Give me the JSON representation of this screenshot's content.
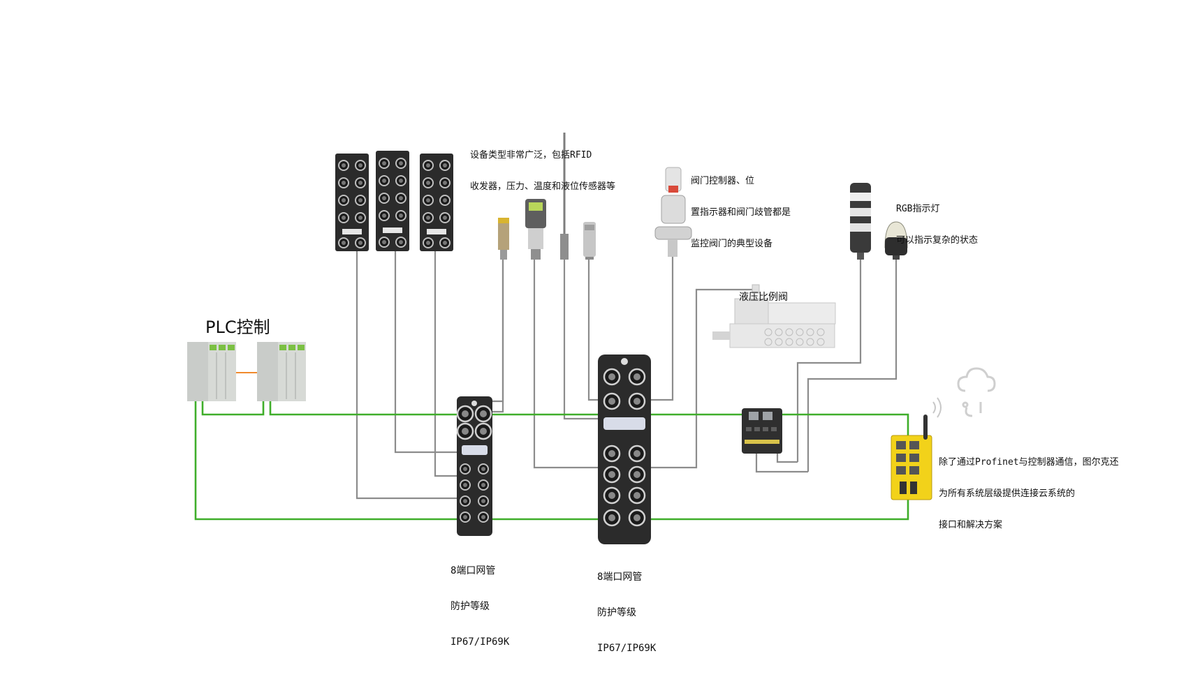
{
  "plc": {
    "title": "PLC控制"
  },
  "callouts": {
    "sensors": [
      "设备类型非常广泛，包括RFID",
      "收发器，压力、温度和液位传感器等"
    ],
    "valves": [
      "阀门控制器、位",
      "置指示器和阀门歧管都是",
      "监控阀门的典型设备"
    ],
    "hydraulic": [
      "液压比例阀"
    ],
    "rgb": [
      "RGB指示灯",
      "可以指示复杂的状态"
    ],
    "cloud": [
      "除了通过Profinet与控制器通信，图尔克还",
      "为所有系统层级提供连接云系统的",
      "接口和解决方案"
    ]
  },
  "modules": {
    "small": [
      "8端口网管",
      "防护等级",
      "IP67/IP69K"
    ],
    "large": [
      "8端口网管",
      "防护等级",
      "IP67/IP69K"
    ]
  },
  "colors": {
    "ethernet": "#3fae2a",
    "signal": "#8c8c8c",
    "plc_link": "#f08a2c",
    "module": "#2b2b2b",
    "gateway": "#f2d21a"
  }
}
